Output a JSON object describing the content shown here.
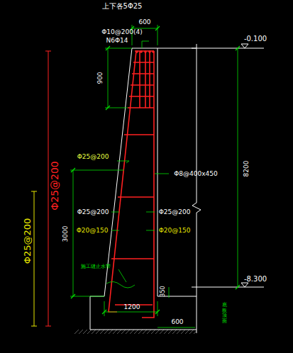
{
  "diagram": {
    "labels": [
      "上下各5Φ25",
      "600",
      "Φ10@200(4)",
      "N6Φ14",
      "900",
      "Φ25@200",
      "Φ8@400x450",
      "Φ25@200",
      "Φ25@200",
      "Φ25@200",
      "Φ25@200",
      "Φ20@150",
      "Φ20@150",
      "3000",
      "施工缝止水带",
      "350",
      "1200",
      "600",
      "-0.100",
      "8200",
      "-8.300",
      "底板顶面"
    ]
  }
}
